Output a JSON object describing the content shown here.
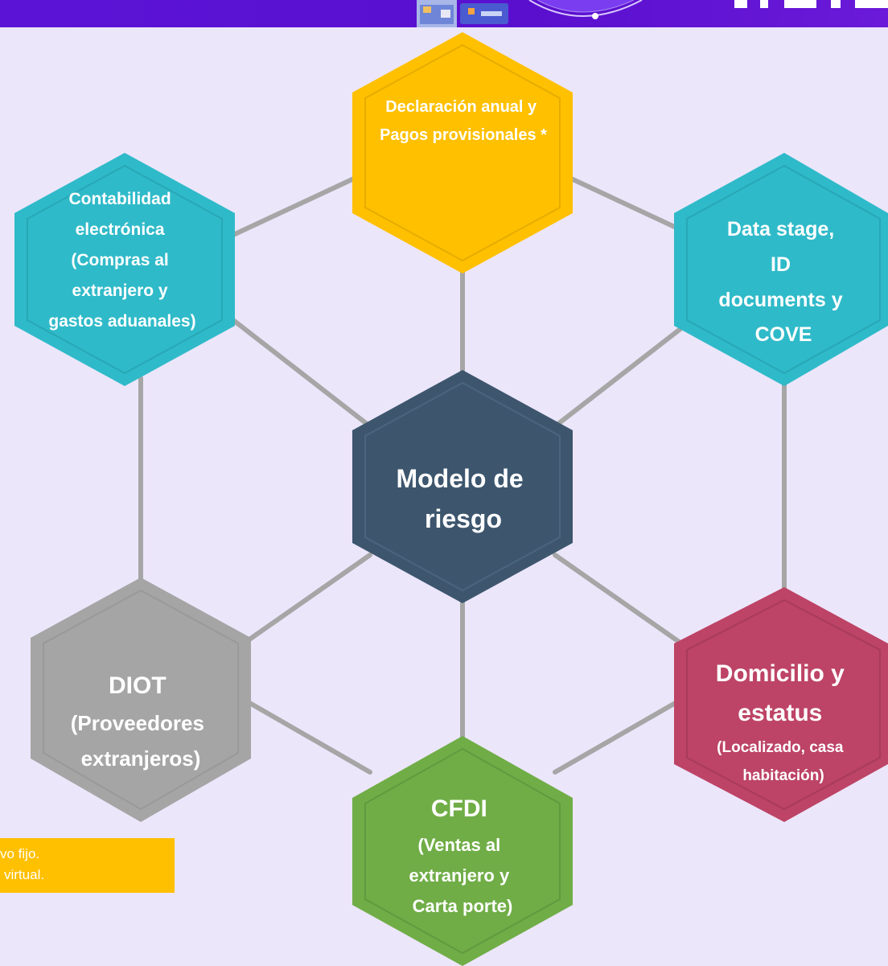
{
  "header": {
    "colors": {
      "banner": "#5b14d6"
    }
  },
  "diagram": {
    "center": {
      "lines": [
        "Modelo de",
        "riesgo"
      ],
      "color": "#3d566e"
    },
    "nodes": [
      {
        "id": "declaracion",
        "lines": [
          "Declaración anual y",
          "Pagos provisionales *"
        ],
        "color": "#ffc000"
      },
      {
        "id": "data-stage",
        "lines": [
          "Data stage,",
          "ID",
          "documents y",
          "COVE"
        ],
        "color": "#2fbac9"
      },
      {
        "id": "domicilio",
        "lines": [
          "Domicilio y",
          "estatus",
          "(Localizado, casa",
          "habitación)"
        ],
        "color": "#bd4466"
      },
      {
        "id": "cfdi",
        "lines": [
          "CFDI",
          "(Ventas al",
          "extranjero y",
          "Carta porte)"
        ],
        "color": "#70ad47"
      },
      {
        "id": "diot",
        "lines": [
          "DIOT",
          "(Proveedores",
          "extranjeros)"
        ],
        "color": "#a5a5a5"
      },
      {
        "id": "contabilidad",
        "lines": [
          "Contabilidad",
          "electrónica",
          "(Compras al",
          "extranjero y",
          "gastos aduanales)"
        ],
        "color": "#2fbac9"
      }
    ],
    "connector_color": "#a6a6a6"
  },
  "note": {
    "line1": "vo fijo.",
    "line2": "virtual.",
    "color": "#ffc000"
  }
}
